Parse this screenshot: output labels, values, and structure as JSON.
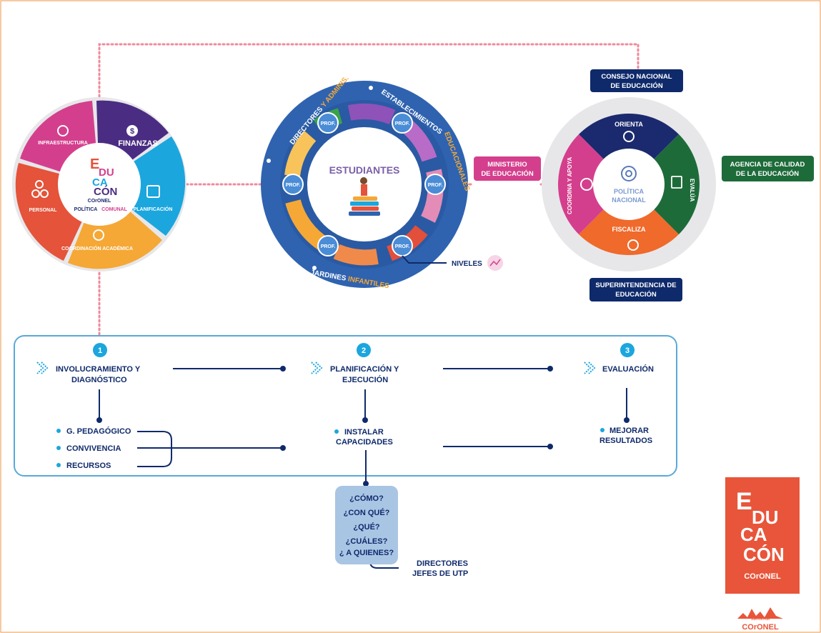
{
  "left_wheel": {
    "segments": [
      "FINANZAS",
      "PLANIFICACIÓN",
      "COORDINACIÓN ACADÉMICA",
      "PERSONAL",
      "INFRAESTRUCTURA"
    ],
    "logo_text": "COrONEL",
    "subtitle_a": "POLÍTICA",
    "subtitle_b": "COMUNAL",
    "colors": {
      "finanzas": "#4a2d82",
      "planificacion": "#1ba6de",
      "coordinacion": "#f5a836",
      "personal": "#e4533a",
      "infraestructura": "#d43f8d"
    }
  },
  "center_wheel": {
    "title": "ESTUDIANTES",
    "ring_directores_a": "DIRECTORES",
    "ring_directores_b": "Y ADMINIS.",
    "ring_establecimientos_a": "ESTABLECIMIENTOS",
    "ring_establecimientos_b": "EDUCACIONALES",
    "ring_jardines_a": "JARDINES",
    "ring_jardines_b": "INFANTILES",
    "prof_label": "PROF.",
    "niveles": "NIVELES",
    "colors": {
      "outer": "#2f63b0",
      "accent": "#f5a836"
    }
  },
  "ministerio": {
    "line1": "MINISTERIO",
    "line2": "DE EDUCACIÓN"
  },
  "right_wheel": {
    "orienta": "ORIENTA",
    "evalua": "EVALÚA",
    "fiscaliza": "FISCALIZA",
    "coordina": "COORDINA Y APOYA",
    "center_a": "POLÍTICA",
    "center_b": "NACIONAL",
    "colors": {
      "orienta": "#1b2a6e",
      "evalua": "#1e6b3a",
      "fiscaliza": "#ef6a2b",
      "coordina": "#d43f8d"
    }
  },
  "consejo": {
    "line1": "CONSEJO NACIONAL",
    "line2": "DE EDUCACIÓN"
  },
  "agencia": {
    "line1": "AGENCIA DE CALIDAD",
    "line2": "DE LA EDUCACIÓN"
  },
  "superintendencia": {
    "line1": "SUPERINTENDENCIA DE",
    "line2": "EDUCACIÓN"
  },
  "process": {
    "step1": {
      "number": "1",
      "line1": "INVOLUCRAMIENTO Y",
      "line2": "DIAGNÓSTICO"
    },
    "step2": {
      "number": "2",
      "line1": "PLANIFICACIÓN Y",
      "line2": "EJECUCIÓN"
    },
    "step3": {
      "number": "3",
      "line1": "EVALUACIÓN"
    },
    "sub1": [
      "G. PEDAGÓGICO",
      "CONVIVENCIA",
      "RECURSOS"
    ],
    "sub2": {
      "line1": "INSTALAR",
      "line2": "CAPACIDADES"
    },
    "sub3": {
      "line1": "MEJORAR",
      "line2": "RESULTADOS"
    }
  },
  "questions": [
    "¿CÓMO?",
    "¿CON QUÉ?",
    "¿QUÉ?",
    "¿CUÁLES?",
    "¿ A QUIENES?"
  ],
  "directores": {
    "line1": "DIRECTORES",
    "line2": "JEFES DE UTP"
  },
  "brand": {
    "logo_text": "COrONEL",
    "small_top": "JUNTOS POR",
    "small_name": "COrONEL",
    "color": "#e8553a"
  }
}
